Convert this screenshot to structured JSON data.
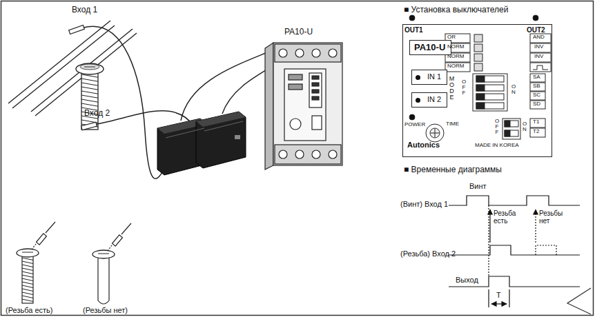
{
  "diagram": {
    "nodes": [
      {
        "text": [
          "Autonics",
          "MADE IN KOREA"
        ]
      },
      {
        "text": [
          "PA10-U"
        ],
        "in": 0
      },
      {
        "text": [
          "IN 1"
        ],
        "in": 0
      },
      {
        "text": [
          "IN 2"
        ],
        "in": 0
      }
    ],
    "labels": [
      "Вход 1",
      "Вход 2",
      "PA10-U",
      "(Резьба есть)",
      "(Резьбы нет)",
      "■ Установка выключателей",
      "OUT1",
      "OUT2",
      "OR",
      "AND",
      "NORM",
      "INV",
      "NORM",
      "INV",
      "NORM",
      "MODE",
      "OFF",
      "ON",
      "SA",
      "SB",
      "SC",
      "SD",
      "POWER",
      "TIME",
      "OFF",
      "ON",
      "T1",
      "T2",
      "■ Временные диаграммы",
      "Винт",
      "(Винт) Вход 1",
      "Резьба есть",
      "Резьбы нет",
      "(Резьба) Вход 2",
      "Выход",
      "T"
    ]
  }
}
